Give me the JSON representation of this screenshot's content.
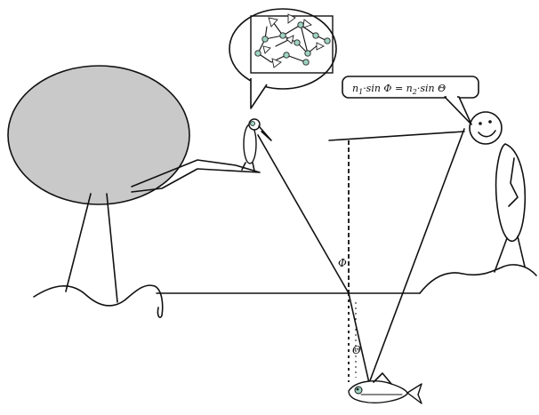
{
  "diagram": {
    "equation": {
      "n1": "n",
      "n1_sub": "1",
      "sin_phi": "·sin Φ = n",
      "n2_sub": "2",
      "sin_theta": "·sin Θ"
    },
    "angle_labels": {
      "phi": "Φ",
      "theta": "Θ"
    }
  }
}
